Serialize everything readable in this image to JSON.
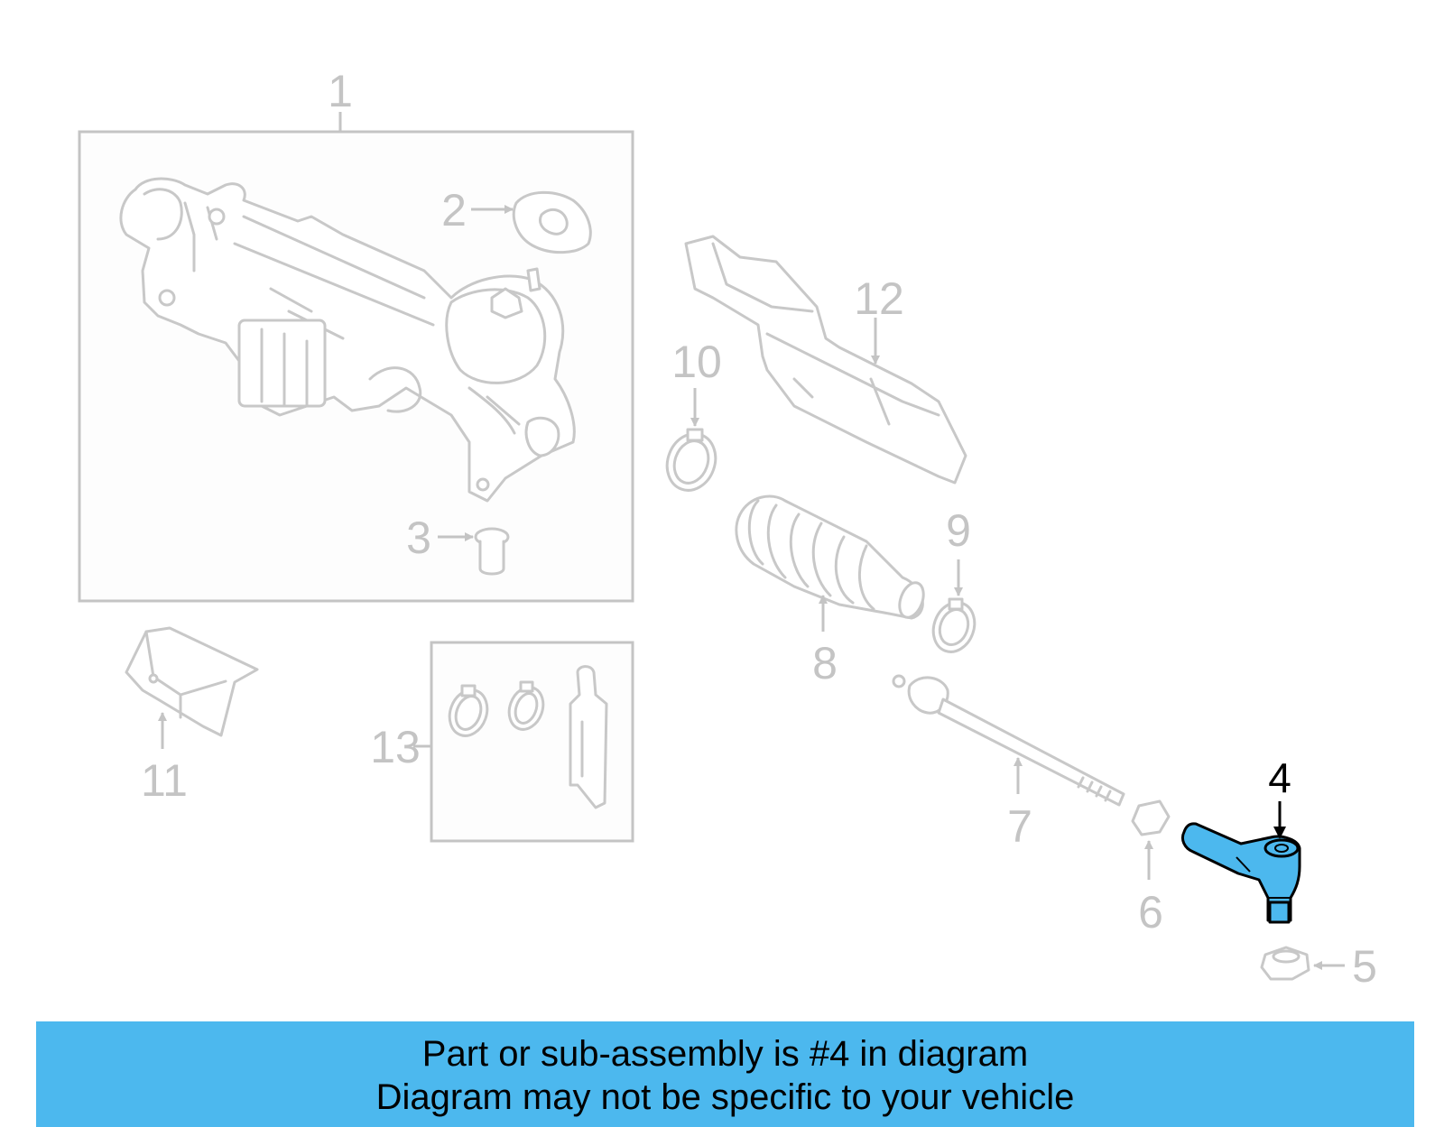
{
  "callouts": {
    "c1": "1",
    "c2": "2",
    "c3": "3",
    "c4": "4",
    "c5": "5",
    "c6": "6",
    "c7": "7",
    "c8": "8",
    "c9": "9",
    "c10": "10",
    "c11": "11",
    "c12": "12",
    "c13": "13"
  },
  "highlighted_part": "4",
  "colors": {
    "highlight": "#4cb8ee",
    "parts": "#c8c8c8",
    "active_label": "#000000"
  },
  "banner": {
    "line1": "Part or sub-assembly is #4 in diagram",
    "line2": "Diagram may not be specific to your vehicle"
  }
}
